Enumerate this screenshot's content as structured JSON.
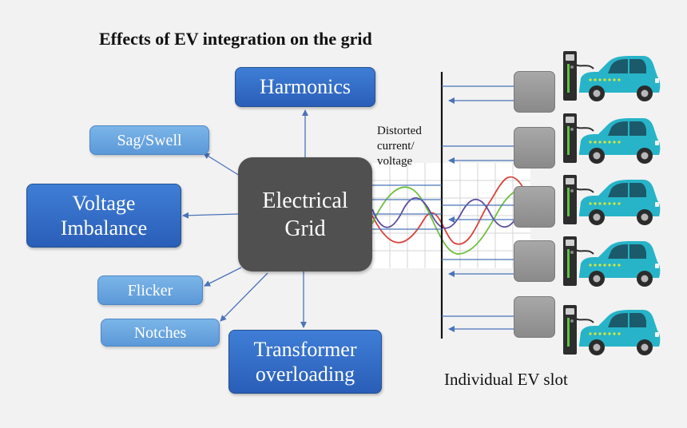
{
  "title": "Effects of EV integration on the grid",
  "center": {
    "line1": "Electrical",
    "line2": "Grid"
  },
  "effects": {
    "harmonics": "Harmonics",
    "sag_swell": "Sag/Swell",
    "voltage_imbalance_1": "Voltage",
    "voltage_imbalance_2": "Imbalance",
    "flicker": "Flicker",
    "notches": "Notches",
    "transformer_1": "Transformer",
    "transformer_2": "overloading"
  },
  "distortion_caption": {
    "line1": "Distorted",
    "line2": "current/",
    "line3": "voltage"
  },
  "slot_label": "Individual EV slot",
  "colors": {
    "big_box": "#2f69c4",
    "small_box": "#6aa6e0",
    "grid_box": "#505050",
    "arrow": "#4a73b8",
    "car": "#27b4c8",
    "charger": "#2d2d2d",
    "charger_light": "#5ec24a",
    "wave_red": "#d9403a",
    "wave_green": "#6cbf3c",
    "wave_purple": "#5a4a9c"
  },
  "ev_slot_count": 5
}
